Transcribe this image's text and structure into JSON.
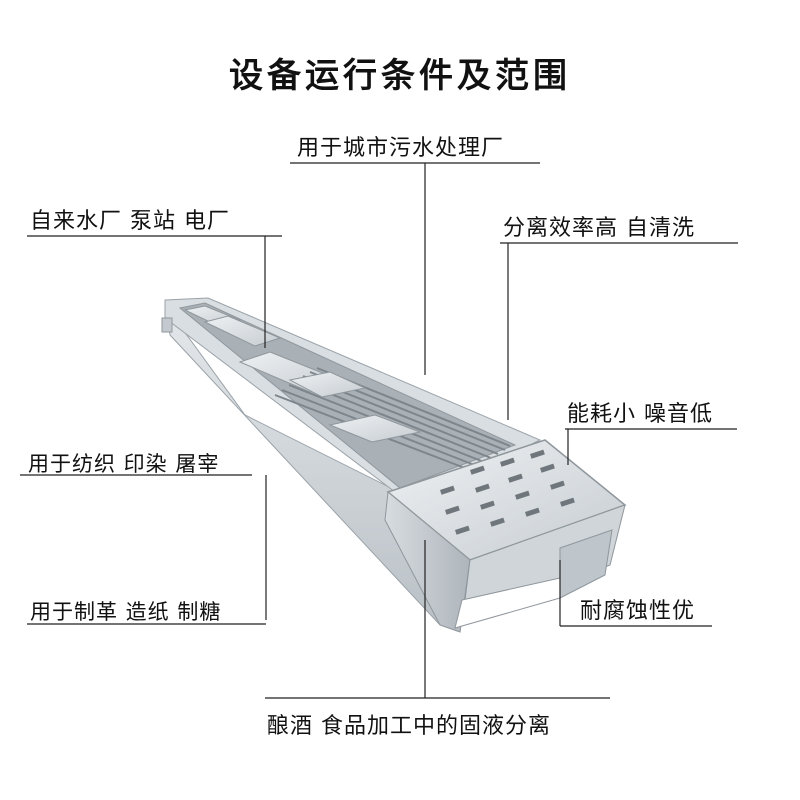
{
  "title": "设备运行条件及范围",
  "labels": {
    "municipal": "用于城市污水处理厂",
    "waterworks": "自来水厂  泵站  电厂",
    "efficiency": "分离效率高  自清洗",
    "energy": "能耗小  噪音低",
    "textile": "用于纺织  印染  屠宰",
    "corrosion": "耐腐蚀性优",
    "leather": "用于制革  造纸  制糖",
    "brewing": "酿酒  食品加工中的固液分离"
  },
  "colors": {
    "metal_light": "#dfe3e6",
    "metal_mid": "#c3c9ce",
    "metal_dark": "#8f979d",
    "line": "#222222"
  }
}
